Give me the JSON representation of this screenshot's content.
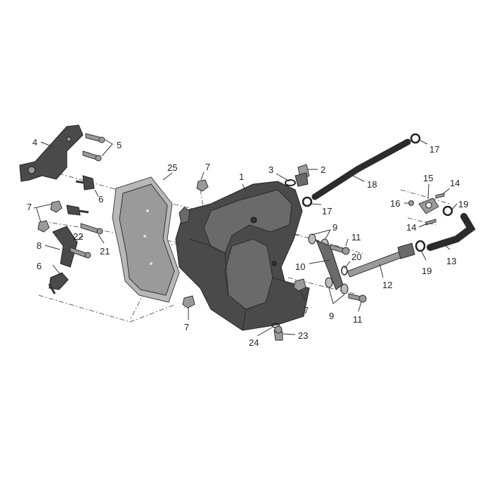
{
  "callouts": [
    {
      "id": "c1",
      "label": "1"
    },
    {
      "id": "c2",
      "label": "2"
    },
    {
      "id": "c3",
      "label": "3"
    },
    {
      "id": "c4",
      "label": "4"
    },
    {
      "id": "c5",
      "label": "5"
    },
    {
      "id": "c6a",
      "label": "6"
    },
    {
      "id": "c6b",
      "label": "6"
    },
    {
      "id": "c7a",
      "label": "7"
    },
    {
      "id": "c7b",
      "label": "7"
    },
    {
      "id": "c7c",
      "label": "7"
    },
    {
      "id": "c7d",
      "label": "7"
    },
    {
      "id": "c8",
      "label": "8"
    },
    {
      "id": "c9a",
      "label": "9"
    },
    {
      "id": "c9b",
      "label": "9"
    },
    {
      "id": "c10",
      "label": "10"
    },
    {
      "id": "c11a",
      "label": "11"
    },
    {
      "id": "c11b",
      "label": "11"
    },
    {
      "id": "c12",
      "label": "12"
    },
    {
      "id": "c13",
      "label": "13"
    },
    {
      "id": "c14a",
      "label": "14"
    },
    {
      "id": "c14b",
      "label": "14"
    },
    {
      "id": "c15",
      "label": "15"
    },
    {
      "id": "c16",
      "label": "16"
    },
    {
      "id": "c17a",
      "label": "17"
    },
    {
      "id": "c17b",
      "label": "17"
    },
    {
      "id": "c18",
      "label": "18"
    },
    {
      "id": "c19a",
      "label": "19"
    },
    {
      "id": "c19b",
      "label": "19"
    },
    {
      "id": "c20",
      "label": "20"
    },
    {
      "id": "c21",
      "label": "21"
    },
    {
      "id": "c22",
      "label": "22"
    },
    {
      "id": "c23",
      "label": "23"
    },
    {
      "id": "c24",
      "label": "24"
    },
    {
      "id": "c25",
      "label": "25"
    }
  ],
  "icons": {
    "tank": "oil-tank-icon",
    "cover": "heat-shield-icon",
    "bracket": "mounting-bracket-icon",
    "hose": "breather-hose-icon"
  }
}
